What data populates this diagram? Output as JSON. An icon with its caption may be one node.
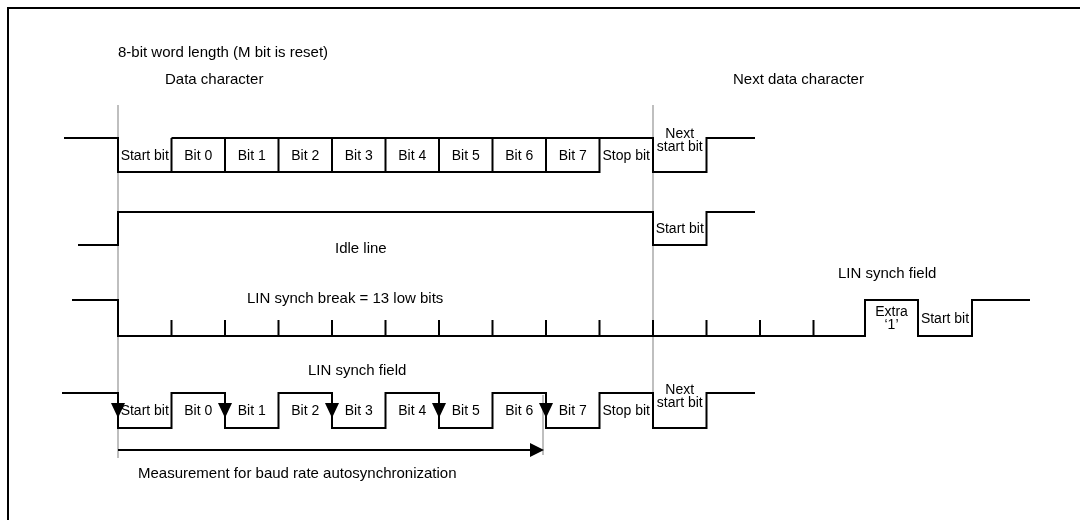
{
  "diagram": {
    "labels": [
      "8-bit word length (M bit is reset)",
      "Data character",
      "Next data character",
      "Start bit",
      "Bit 0",
      "Bit 1",
      "Bit 2",
      "Bit 3",
      "Bit 4",
      "Bit 5",
      "Bit 6",
      "Bit 7",
      "Stop bit",
      "Next start bit",
      "Idle line",
      "Start bit",
      "LIN synch field",
      "LIN synch break = 13 low bits",
      "Extra ‘1’",
      "Start bit",
      "LIN synch field",
      "Start bit",
      "Bit 0",
      "Bit 1",
      "Bit 2",
      "Bit 3",
      "Bit 4",
      "Bit 5",
      "Bit 6",
      "Bit 7",
      "Stop bit",
      "Next start bit",
      "Measurement for baud rate autosynchronization"
    ]
  }
}
